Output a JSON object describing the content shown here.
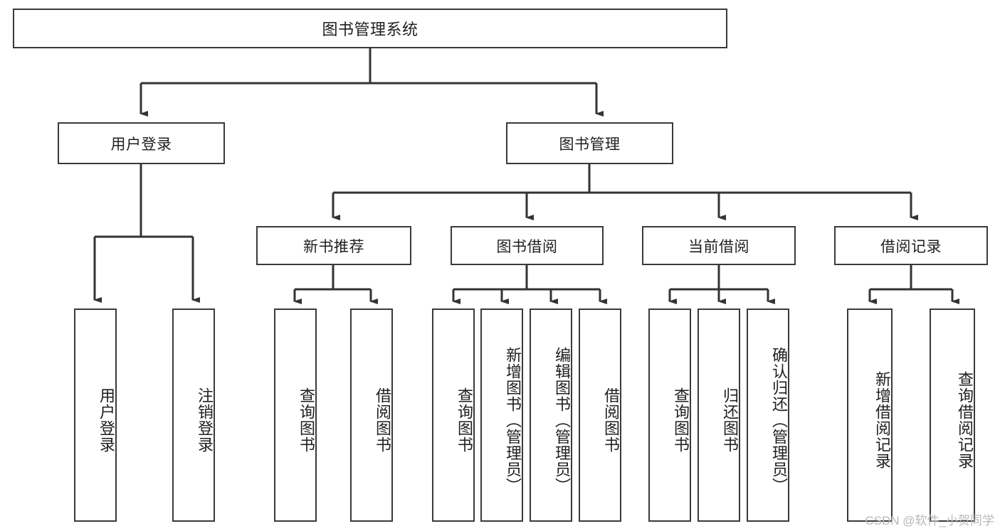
{
  "diagram": {
    "type": "tree-hierarchy",
    "title": "图书管理系统",
    "watermark": "CSDN @软件_小贺同学",
    "colors": {
      "box_border": "#3a3a3a",
      "box_fill": "#ffffff",
      "connector": "#333333",
      "text": "#1f1f1f",
      "watermark": "#b9b9b9"
    },
    "root": {
      "label": "图书管理系统"
    },
    "level2": [
      {
        "id": "user-login",
        "label": "用户登录"
      },
      {
        "id": "book-management",
        "label": "图书管理"
      }
    ],
    "level3": [
      {
        "id": "new-book-recommend",
        "label": "新书推荐"
      },
      {
        "id": "book-borrow",
        "label": "图书借阅"
      },
      {
        "id": "current-borrow",
        "label": "当前借阅"
      },
      {
        "id": "borrow-record",
        "label": "借阅记录"
      }
    ],
    "leaves": {
      "user-login": [
        {
          "id": "leaf-user-login",
          "label": "用户登录"
        },
        {
          "id": "leaf-logout-login",
          "label": "注销登录"
        }
      ],
      "new-book-recommend": [
        {
          "id": "leaf-query-book-1",
          "label": "查询图书"
        },
        {
          "id": "leaf-borrow-book-1",
          "label": "借阅图书"
        }
      ],
      "book-borrow": [
        {
          "id": "leaf-query-book-2",
          "label": "查询图书"
        },
        {
          "id": "leaf-add-book",
          "label": "新增图书（管理员）"
        },
        {
          "id": "leaf-edit-book",
          "label": "编辑图书（管理员）"
        },
        {
          "id": "leaf-borrow-book-2",
          "label": "借阅图书"
        }
      ],
      "current-borrow": [
        {
          "id": "leaf-query-book-3",
          "label": "查询图书"
        },
        {
          "id": "leaf-return-book",
          "label": "归还图书"
        },
        {
          "id": "leaf-confirm-return",
          "label": "确认归还（管理员）"
        }
      ],
      "borrow-record": [
        {
          "id": "leaf-add-record",
          "label": "新增借阅记录"
        },
        {
          "id": "leaf-query-record",
          "label": "查询借阅记录"
        }
      ]
    }
  }
}
